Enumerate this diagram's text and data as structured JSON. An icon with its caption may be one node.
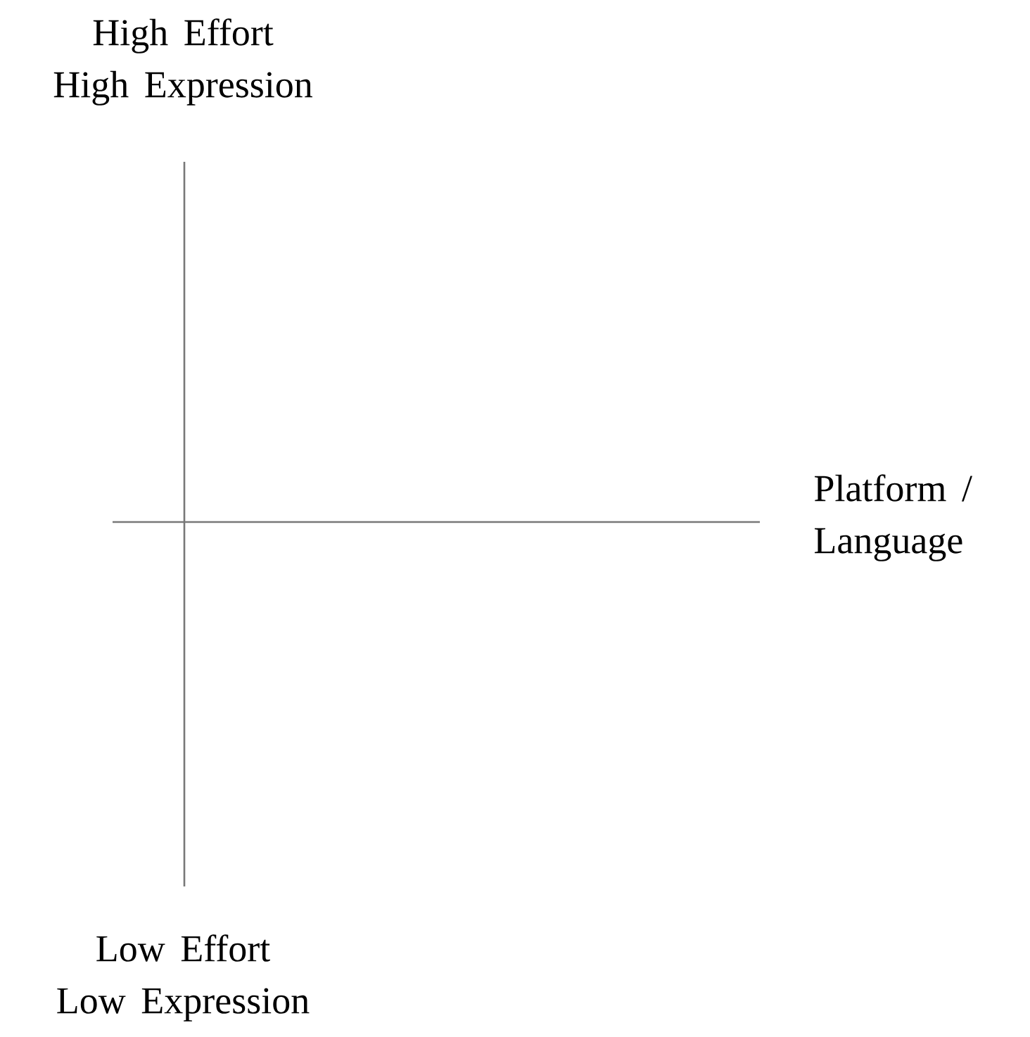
{
  "diagram": {
    "labels": [
      "High Effort High Expression",
      "Platform / Language",
      "Low Effort Low Expression"
    ]
  }
}
